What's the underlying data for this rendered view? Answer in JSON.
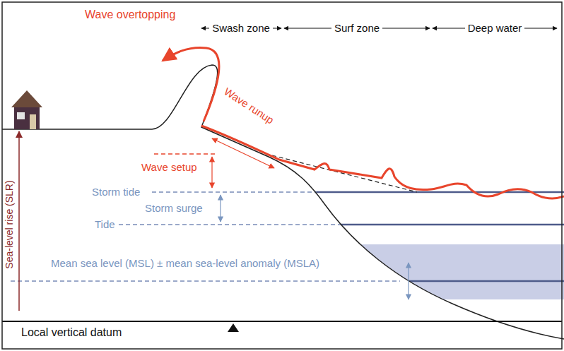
{
  "diagram": {
    "labels": [
      "Wave overtopping",
      "Swash zone",
      "Surf zone",
      "Deep water",
      "Wave runup",
      "Wave setup",
      "Storm tide",
      "Storm surge",
      "Tide",
      "Sea-level rise (SLR)",
      "Mean sea level (MSL) ± mean sea-level anomaly (MSLA)",
      "Local vertical datum"
    ]
  }
}
